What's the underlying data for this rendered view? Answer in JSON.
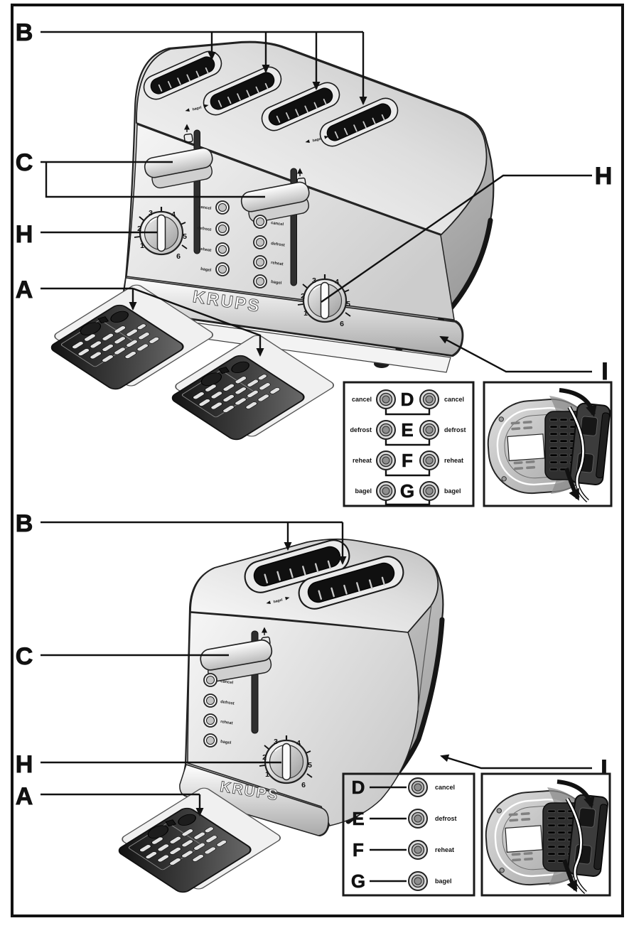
{
  "figure": {
    "brand": "KRUPS",
    "callouts": {
      "A": "A",
      "B": "B",
      "C": "C",
      "D": "D",
      "E": "E",
      "F": "F",
      "G": "G",
      "H": "H",
      "I": "I"
    },
    "buttons": [
      "cancel",
      "defrost",
      "reheat",
      "bagel"
    ],
    "inset_rows": [
      {
        "letter": "D",
        "label": "cancel"
      },
      {
        "letter": "E",
        "label": "defrost"
      },
      {
        "letter": "F",
        "label": "reheat"
      },
      {
        "letter": "G",
        "label": "bagel"
      }
    ],
    "dial_numbers": [
      "1",
      "2",
      "3",
      "4",
      "5",
      "6"
    ],
    "slot_marking": "bagel"
  }
}
